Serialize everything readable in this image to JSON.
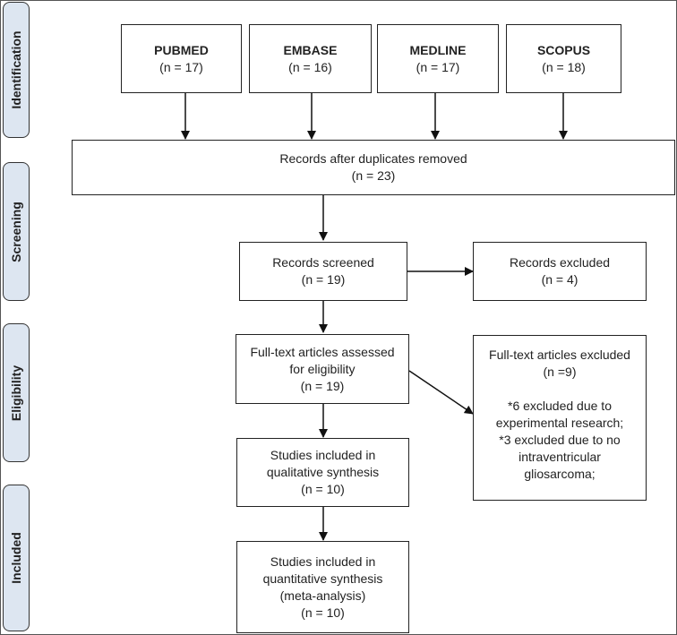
{
  "phases": {
    "identification": "Identification",
    "screening": "Screening",
    "eligibility": "Eligibility",
    "included": "Included"
  },
  "sources": [
    {
      "name": "PUBMED",
      "count": "(n = 17)"
    },
    {
      "name": "EMBASE",
      "count": "(n = 16)"
    },
    {
      "name": "MEDLINE",
      "count": "(n = 17)"
    },
    {
      "name": "SCOPUS",
      "count": "(n = 18)"
    }
  ],
  "duplicates": {
    "line1": "Records after duplicates removed",
    "line2": "(n = 23)"
  },
  "screened": {
    "line1": "Records screened",
    "line2": "(n = 19)"
  },
  "excluded": {
    "line1": "Records excluded",
    "line2": "(n = 4)"
  },
  "fulltext": {
    "line1": "Full-text articles assessed",
    "line2": "for eligibility",
    "line3": "(n = 19)"
  },
  "fulltext_excluded": {
    "line1": "Full-text articles excluded",
    "line2": "(n =9)",
    "line3": "*6 excluded due to",
    "line4": "experimental research;",
    "line5": "*3 excluded due to no",
    "line6": "intraventricular",
    "line7": "gliosarcoma;"
  },
  "qualitative": {
    "line1": "Studies included in",
    "line2": "qualitative synthesis",
    "line3": "(n =  10)"
  },
  "quantitative": {
    "line1": "Studies included in",
    "line2": "quantitative synthesis",
    "line3": "(meta-analysis)",
    "line4": "(n = 10)"
  }
}
